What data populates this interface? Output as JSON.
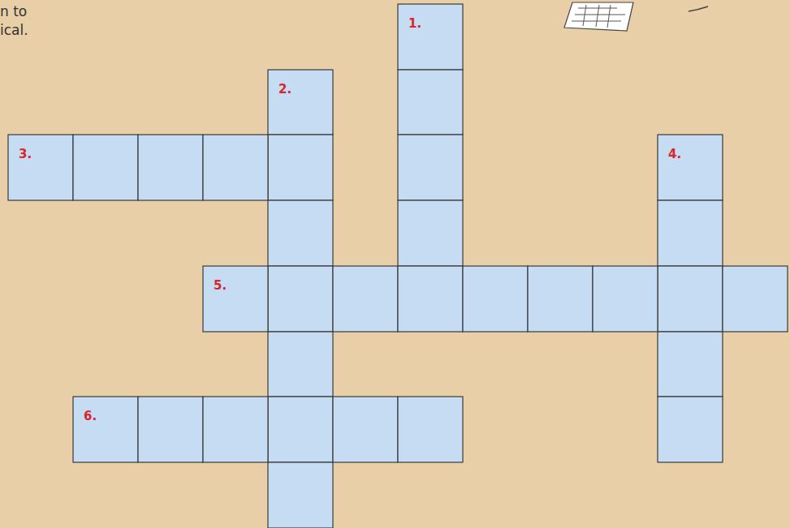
{
  "diagram": {
    "labels": [
      "n to",
      "ical.",
      "1.",
      "2.",
      "3.",
      "4.",
      "5.",
      "6."
    ]
  }
}
